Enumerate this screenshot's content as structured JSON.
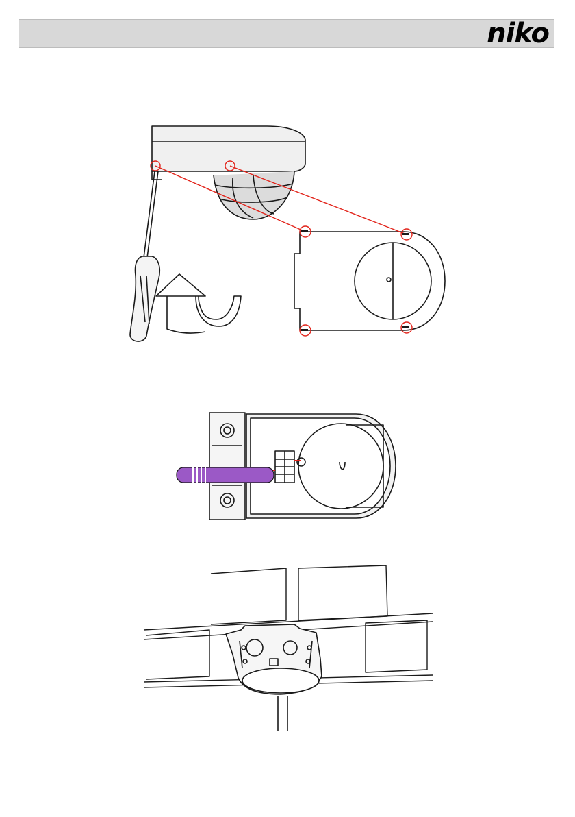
{
  "header": {
    "logo_text": "niko"
  },
  "colors": {
    "header_bg": "#d8d8d8",
    "line": "#1a1a1a",
    "highlight_red": "#e2231a",
    "cable_purple": "#9b59c6",
    "shade_grey": "#d9d9d9",
    "body_grey": "#eeeeee"
  },
  "figures": [
    {
      "icon": "sensor-disassembly-illustration"
    },
    {
      "icon": "sensor-wiring-illustration"
    },
    {
      "icon": "wall-bracket-mounting-illustration"
    }
  ]
}
